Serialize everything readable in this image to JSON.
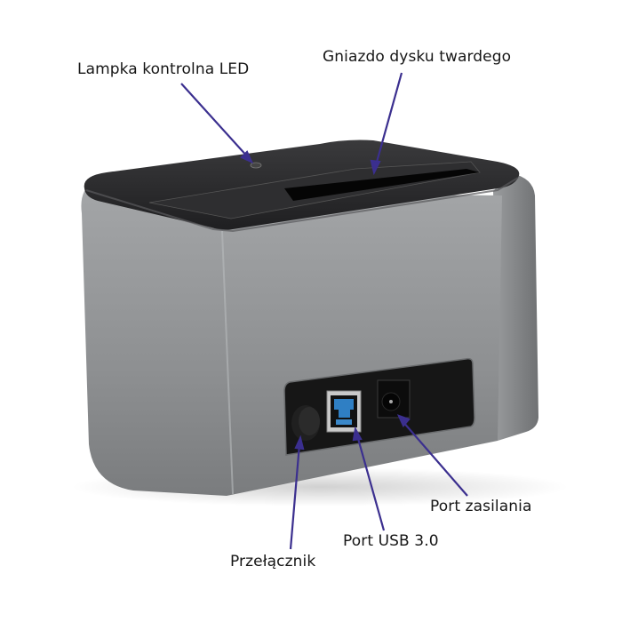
{
  "diagram": {
    "subject": "Docking station for hard drive",
    "colors": {
      "arrow": "#3b2f8f",
      "body_gray": "#8e9092",
      "top_black": "#2a2a2c",
      "usb_blue": "#2f7fc4",
      "background": "#ffffff"
    },
    "labels": [
      {
        "id": "led",
        "text": "Lampka kontrolna LED"
      },
      {
        "id": "slot",
        "text": "Gniazdo dysku twardego"
      },
      {
        "id": "power",
        "text": "Port zasilania"
      },
      {
        "id": "usb",
        "text": "Port USB 3.0"
      },
      {
        "id": "switch",
        "text": "Przełącznik"
      }
    ]
  }
}
